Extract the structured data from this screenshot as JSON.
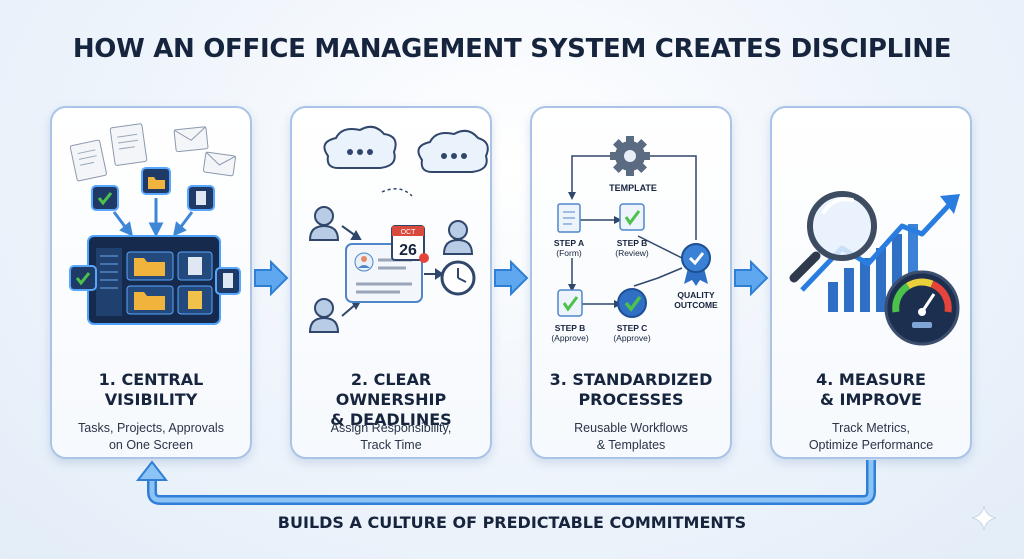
{
  "title": "HOW AN OFFICE MANAGEMENT SYSTEM CREATES DISCIPLINE",
  "steps": [
    {
      "title_line1": "1. CENTRAL",
      "title_line2": "VISIBILITY",
      "sub_line1": "Tasks, Projects, Approvals",
      "sub_line2": "on One Screen"
    },
    {
      "title_line1": "2. CLEAR OWNERSHIP",
      "title_line2": "& DEADLINES",
      "sub_line1": "Assign Responsibility,",
      "sub_line2": "Track Time",
      "calendar_day": "26",
      "calendar_month": "OCT"
    },
    {
      "title_line1": "3. STANDARDIZED",
      "title_line2": "PROCESSES",
      "sub_line1": "Reusable Workflows",
      "sub_line2": "& Templates",
      "flow": {
        "template": "TEMPLATE",
        "step_a": "STEP A",
        "step_a_sub": "(Form)",
        "step_b_review": "STEP B",
        "step_b_review_sub": "(Review)",
        "step_b_approve": "STEP B",
        "step_b_approve_sub": "(Approve)",
        "step_c": "STEP C",
        "step_c_sub": "(Approve)",
        "quality": "QUALITY",
        "outcome": "OUTCOME"
      }
    },
    {
      "title_line1": "4. MEASURE",
      "title_line2": "& IMPROVE",
      "sub_line1": "Track Metrics,",
      "sub_line2": "Optimize Performance"
    }
  ],
  "bottom_caption": "BUILDS A CULTURE OF PREDICTABLE COMMITMENTS",
  "colors": {
    "accent": "#2f7fd6",
    "border": "#a9c4e6",
    "check": "#4cc24a",
    "folder": "#f0b43c",
    "dark_text": "#16243d"
  },
  "icons": [
    "document-icon",
    "envelope-icon",
    "check-icon",
    "folder-icon",
    "monitor-icon",
    "speech-bubble-icon",
    "user-icon",
    "calendar-icon",
    "clock-icon",
    "gear-icon",
    "ribbon-icon",
    "magnifier-icon",
    "trend-arrow-icon",
    "gauge-icon",
    "sparkle-icon"
  ]
}
